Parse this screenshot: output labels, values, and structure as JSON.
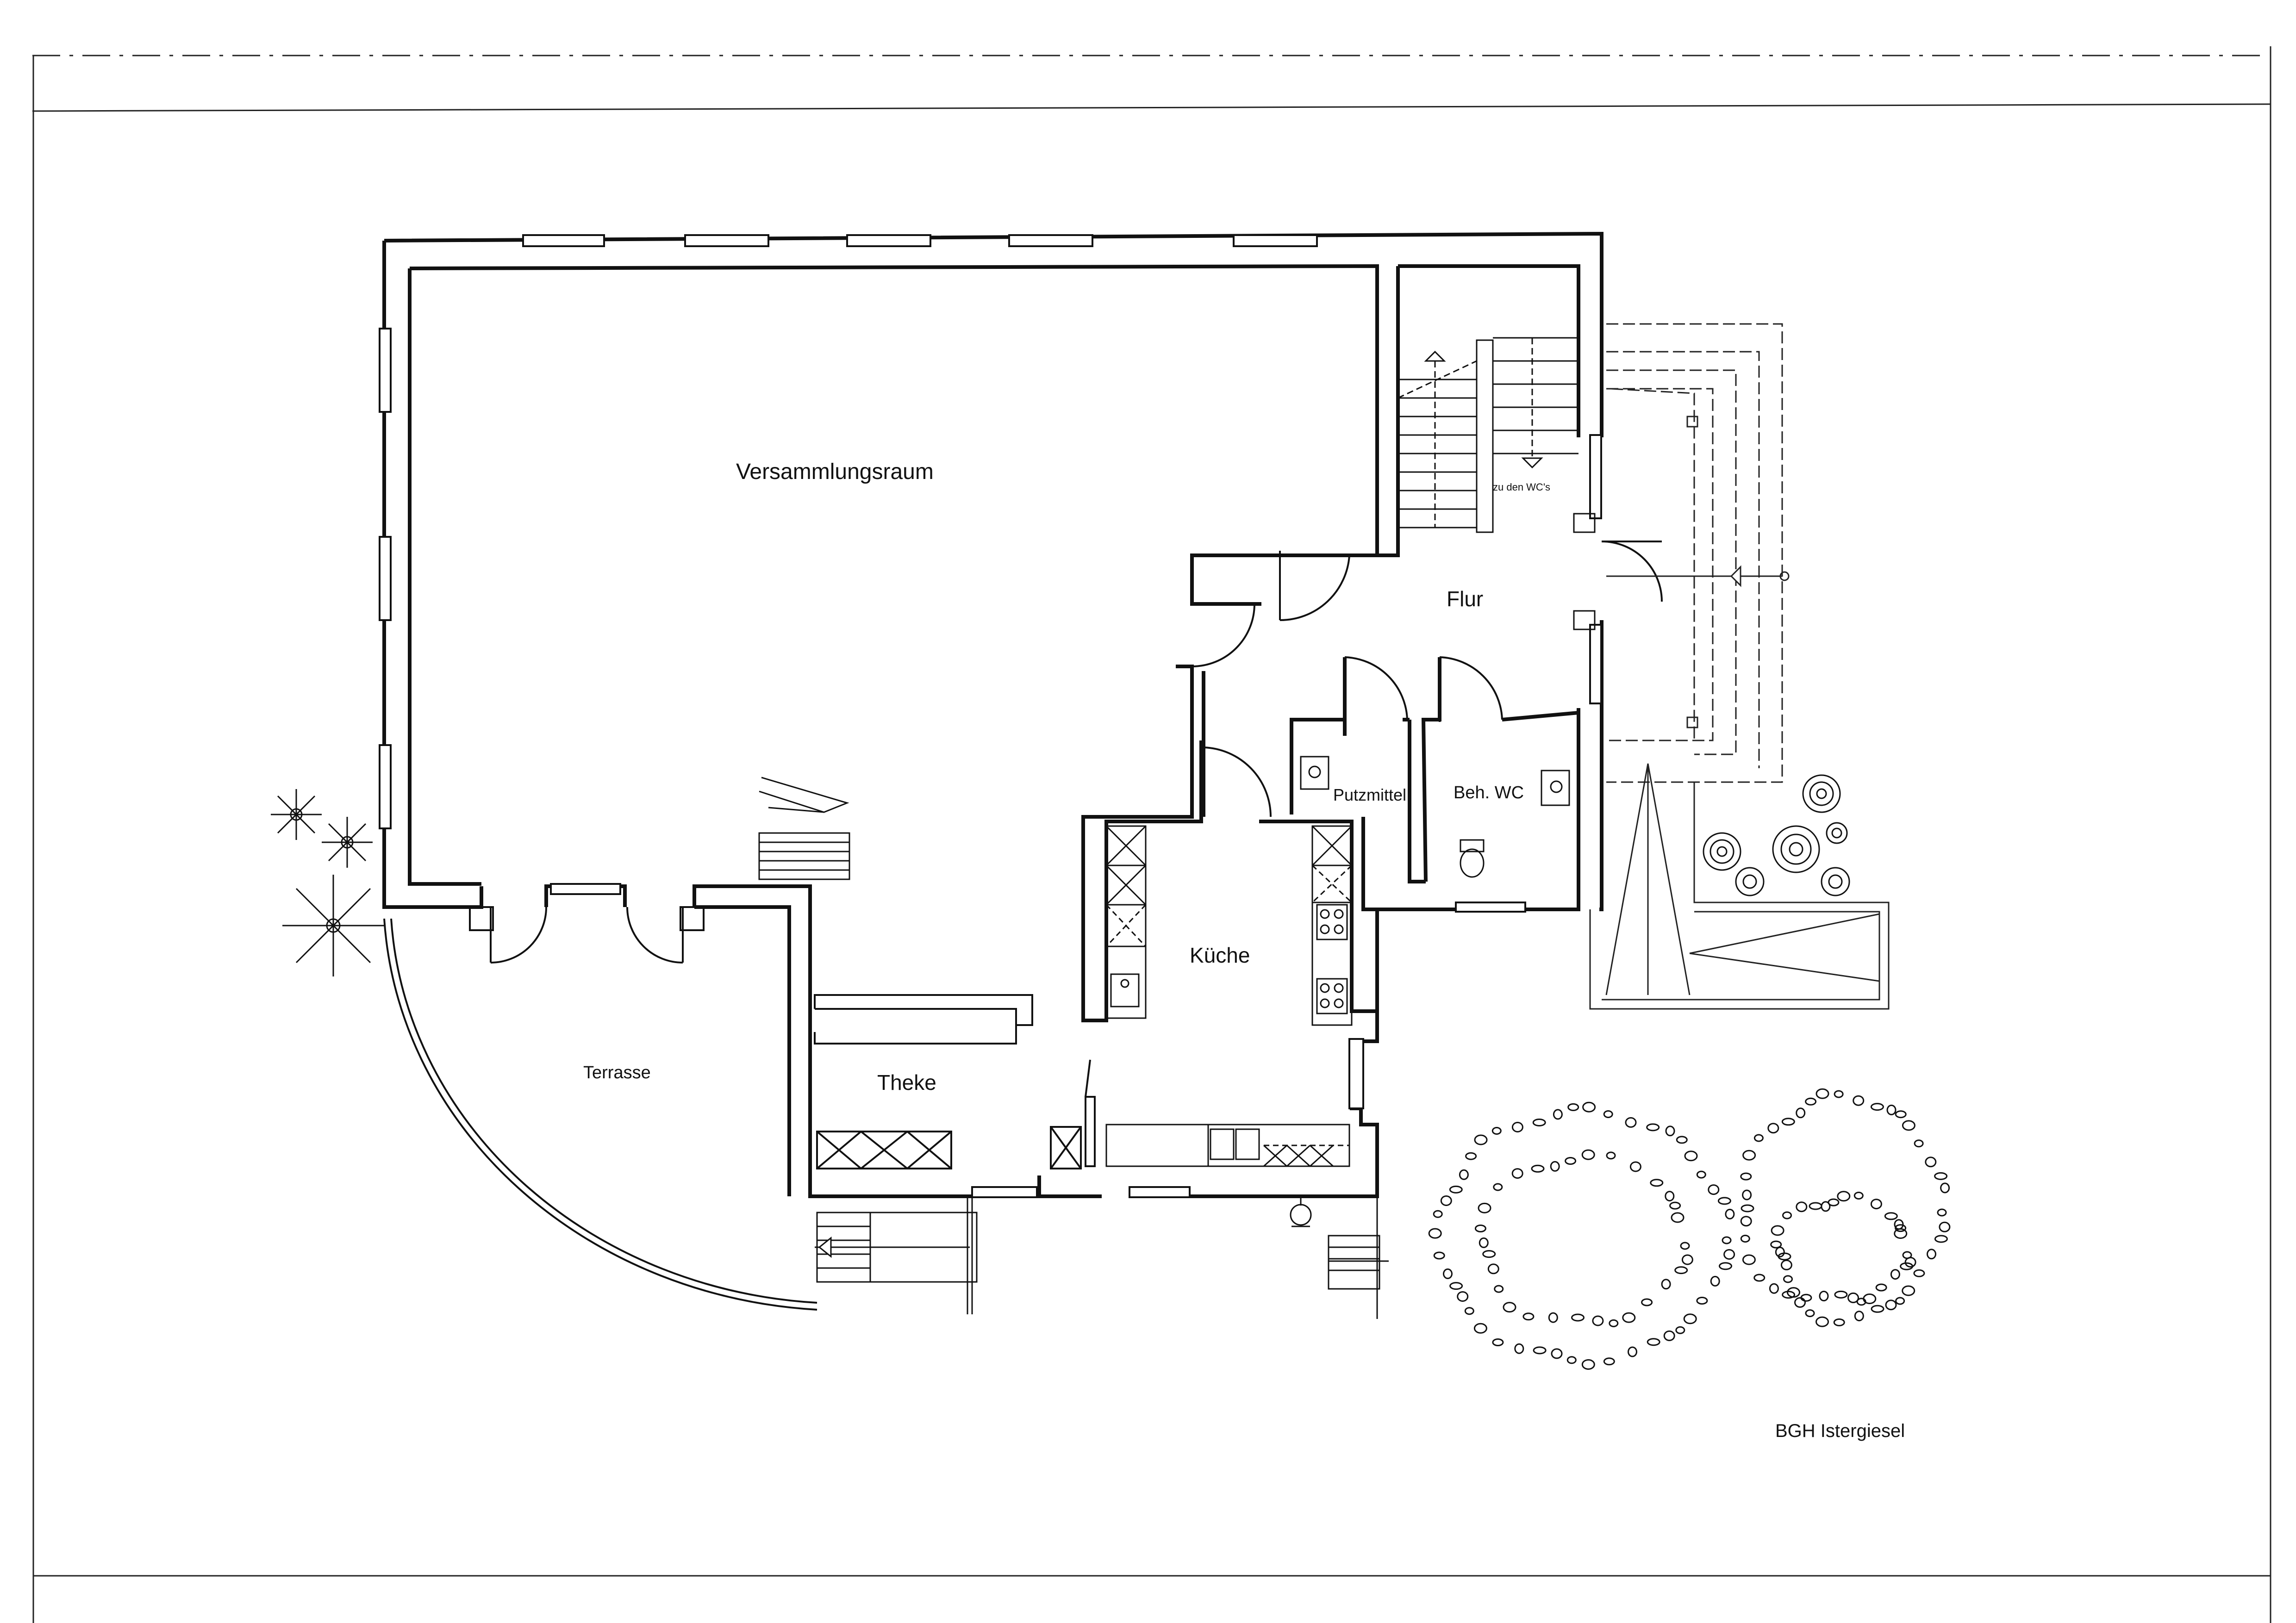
{
  "drawing": {
    "title": "BGH Istergiesel",
    "stroke_color": "#111111",
    "paper_color": "#ffffff"
  },
  "rooms": {
    "versammlungsraum": "Versammlungsraum",
    "flur": "Flur",
    "wc_hint": "zu den WC's",
    "putzmittel": "Putzmittel",
    "beh_wc": "Beh. WC",
    "kueche": "Küche",
    "theke": "Theke",
    "terrasse": "Terrasse"
  }
}
